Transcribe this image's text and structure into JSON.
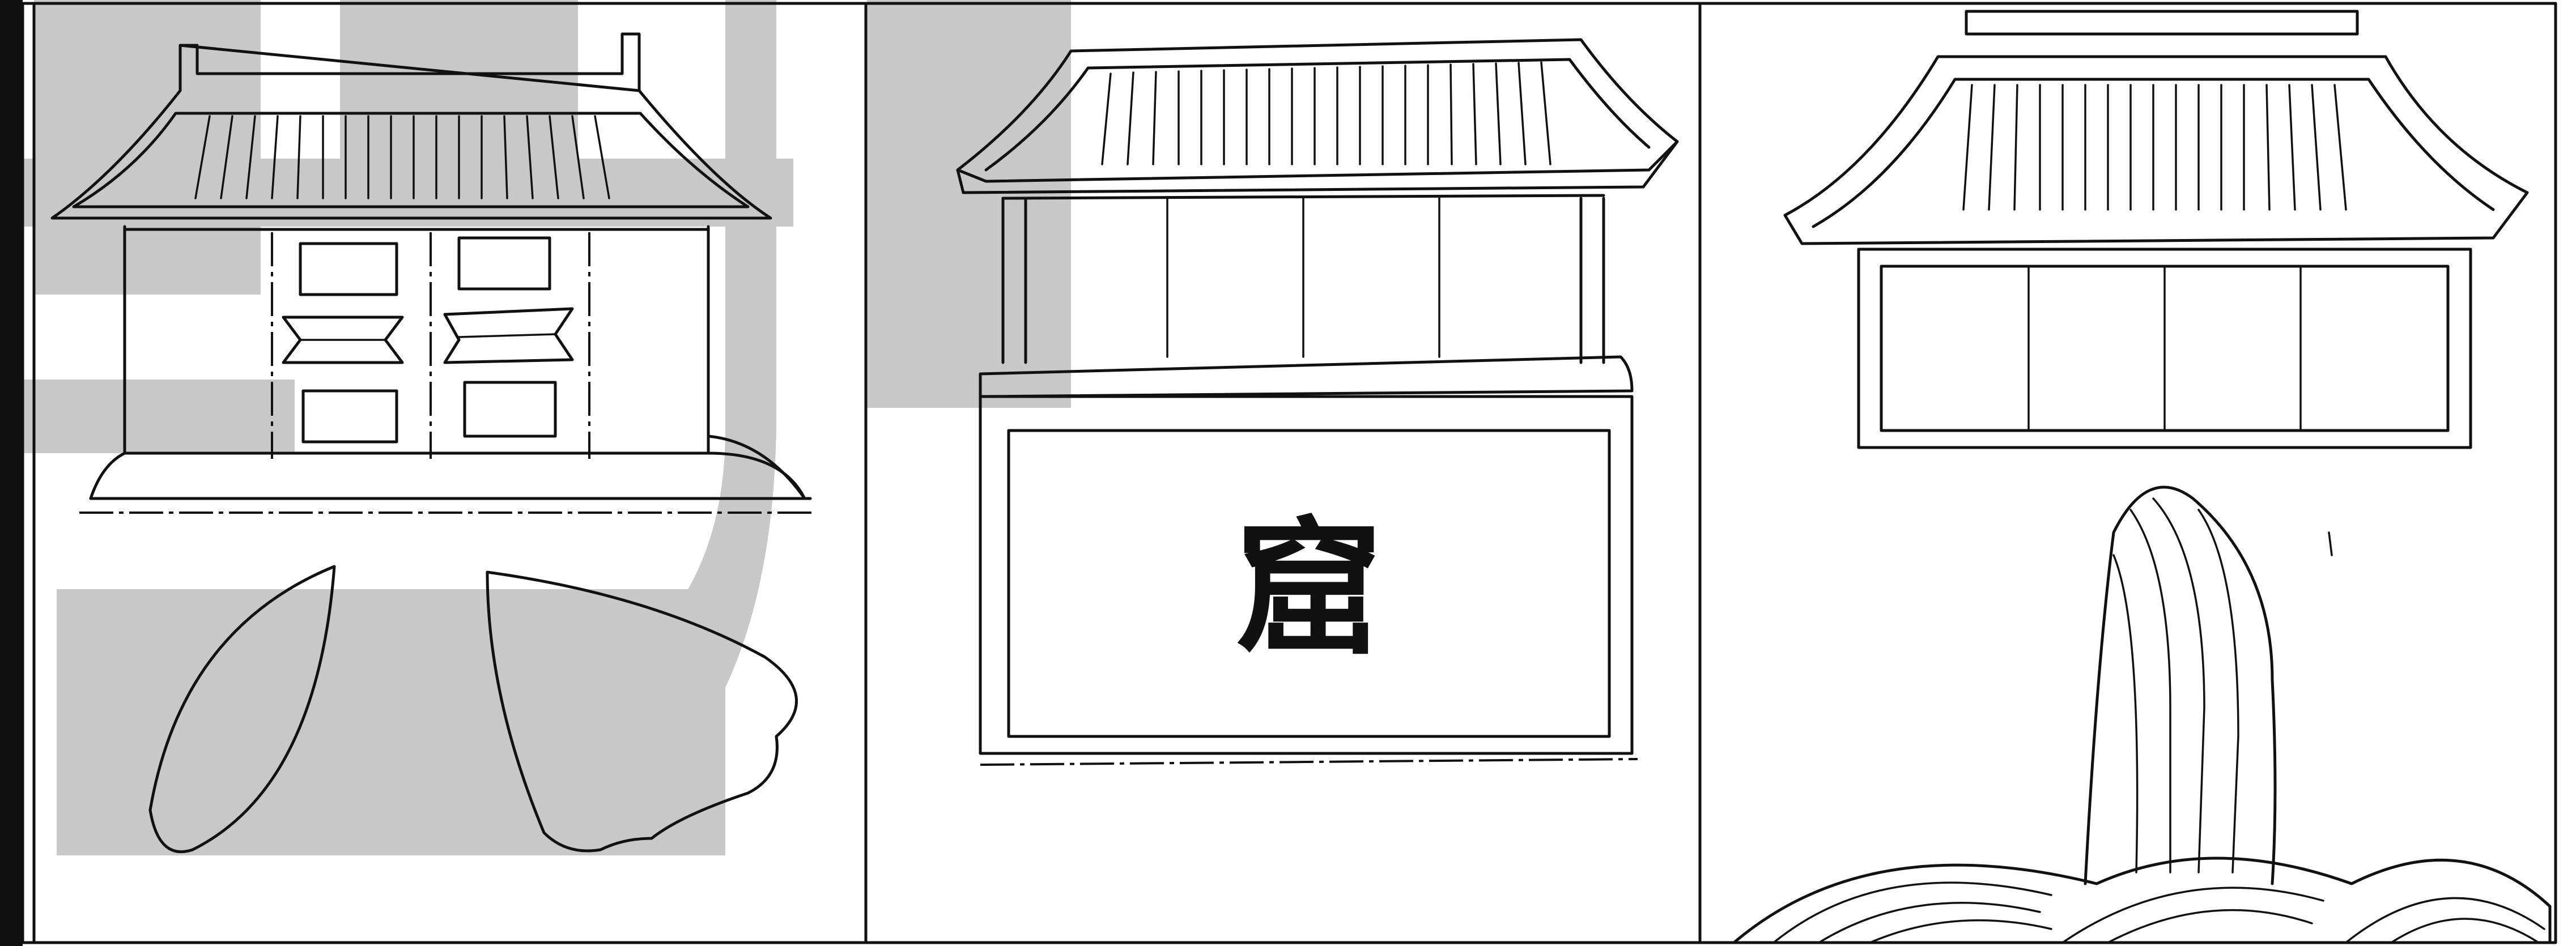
{
  "panels": [
    {
      "id": "panel-1",
      "subject": "pavilion-with-lattice-windows-and-leaves"
    },
    {
      "id": "panel-2",
      "subject": "pavilion-with-signboard",
      "signboard_text": "窟"
    },
    {
      "id": "panel-3",
      "subject": "pavilion-with-rock-and-waves"
    }
  ],
  "colors": {
    "ink": "#111111",
    "paper": "#ffffff",
    "watermark": "#c8c8c8"
  }
}
